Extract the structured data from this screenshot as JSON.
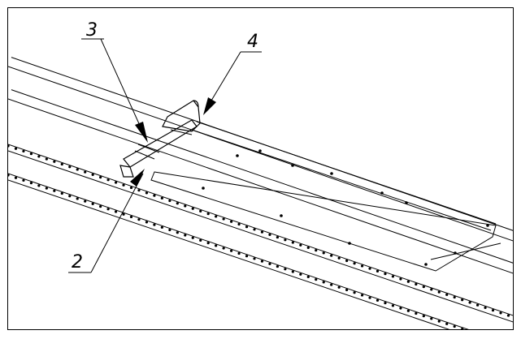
{
  "callouts": [
    {
      "id": "3",
      "label": "3"
    },
    {
      "id": "4",
      "label": "4"
    },
    {
      "id": "2",
      "label": "2"
    }
  ],
  "colors": {
    "line": "#000000",
    "background": "#ffffff"
  }
}
